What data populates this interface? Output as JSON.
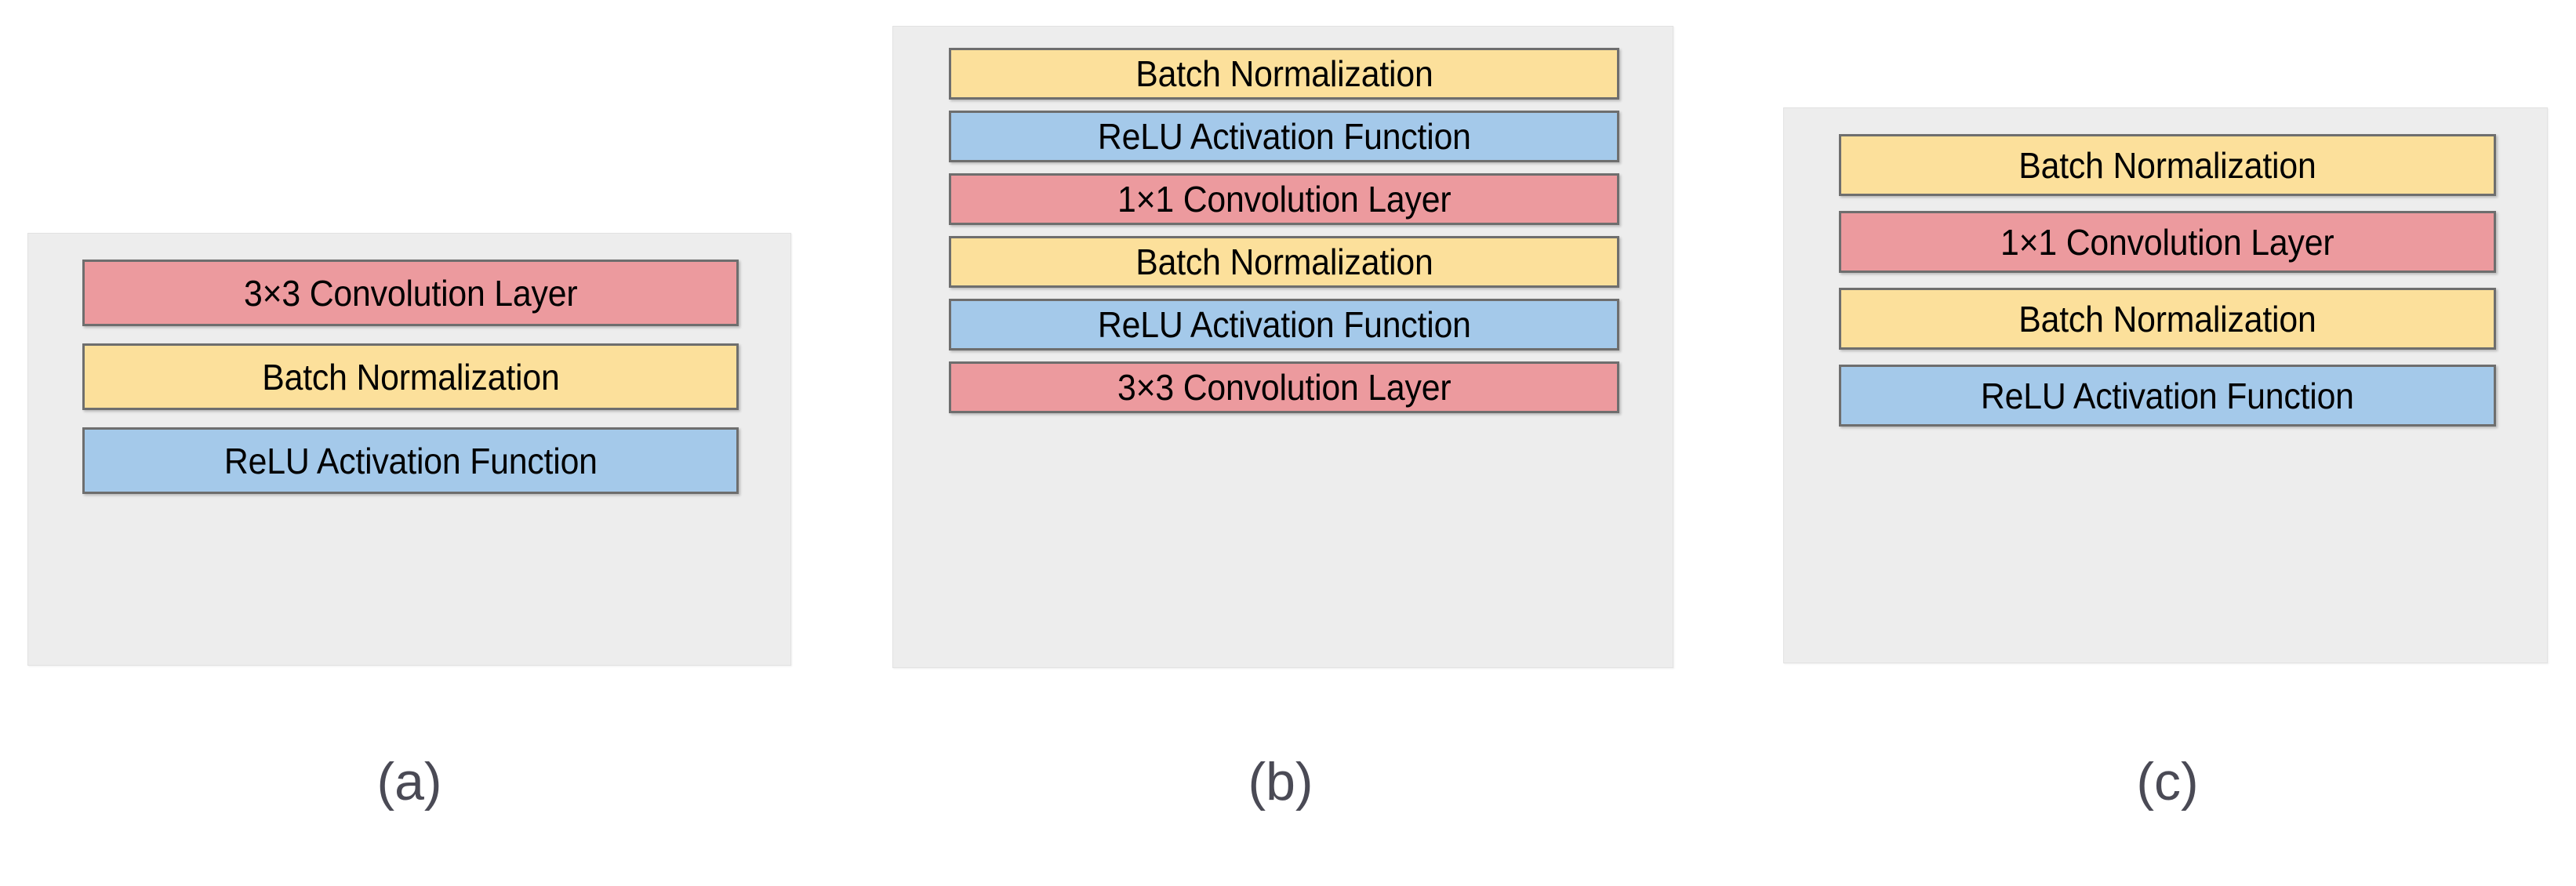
{
  "figure": {
    "background_color": "#ffffff",
    "panel_background": "#EDEDED",
    "colors": {
      "convolution": "#EC9A9E",
      "batch_norm": "#FCE09B",
      "relu": "#A4C9EA",
      "box_border": "#6E6E6E",
      "caption_text": "#4A4A55",
      "label_text": "#000000"
    }
  },
  "panels": [
    {
      "id": "a",
      "caption": "(a)",
      "layers": [
        {
          "label": "3×3 Convolution Layer",
          "type": "conv"
        },
        {
          "label": "Batch Normalization",
          "type": "bn"
        },
        {
          "label": "ReLU Activation Function",
          "type": "relu"
        }
      ]
    },
    {
      "id": "b",
      "caption": "(b)",
      "layers": [
        {
          "label": "Batch Normalization",
          "type": "bn"
        },
        {
          "label": "ReLU Activation Function",
          "type": "relu"
        },
        {
          "label": "1×1 Convolution Layer",
          "type": "conv"
        },
        {
          "label": "Batch Normalization",
          "type": "bn"
        },
        {
          "label": "ReLU Activation Function",
          "type": "relu"
        },
        {
          "label": "3×3 Convolution Layer",
          "type": "conv"
        }
      ]
    },
    {
      "id": "c",
      "caption": "(c)",
      "layers": [
        {
          "label": "Batch Normalization",
          "type": "bn"
        },
        {
          "label": "1×1 Convolution Layer",
          "type": "conv"
        },
        {
          "label": "Batch Normalization",
          "type": "bn"
        },
        {
          "label": "ReLU Activation Function",
          "type": "relu"
        }
      ]
    }
  ]
}
